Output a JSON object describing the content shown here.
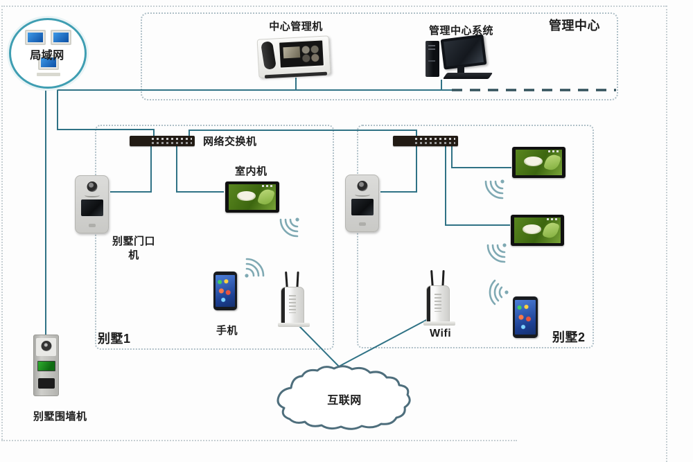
{
  "labels": {
    "lan": "局域网",
    "management_center": "管理中心",
    "central_management_machine": "中心管理机",
    "management_center_system": "管理中心系统",
    "network_switch": "网络交换机",
    "indoor_unit": "室内机",
    "villa_door_machine": "别墅门口机",
    "villa1": "别墅1",
    "mobile_phone": "手机",
    "wifi": "Wifi",
    "villa2": "别墅2",
    "internet": "互联网",
    "villa_wall_machine": "别墅围墙机"
  },
  "colors": {
    "connection_line": "#2f7285",
    "bus_dash": "#33525c",
    "zone_border": "#aebfc7",
    "outer_border": "#c6cfd3",
    "lan_ring": "#3f9eb2",
    "cloud_outline": "#4e6e7c",
    "label_text": "#1c1c1c"
  }
}
